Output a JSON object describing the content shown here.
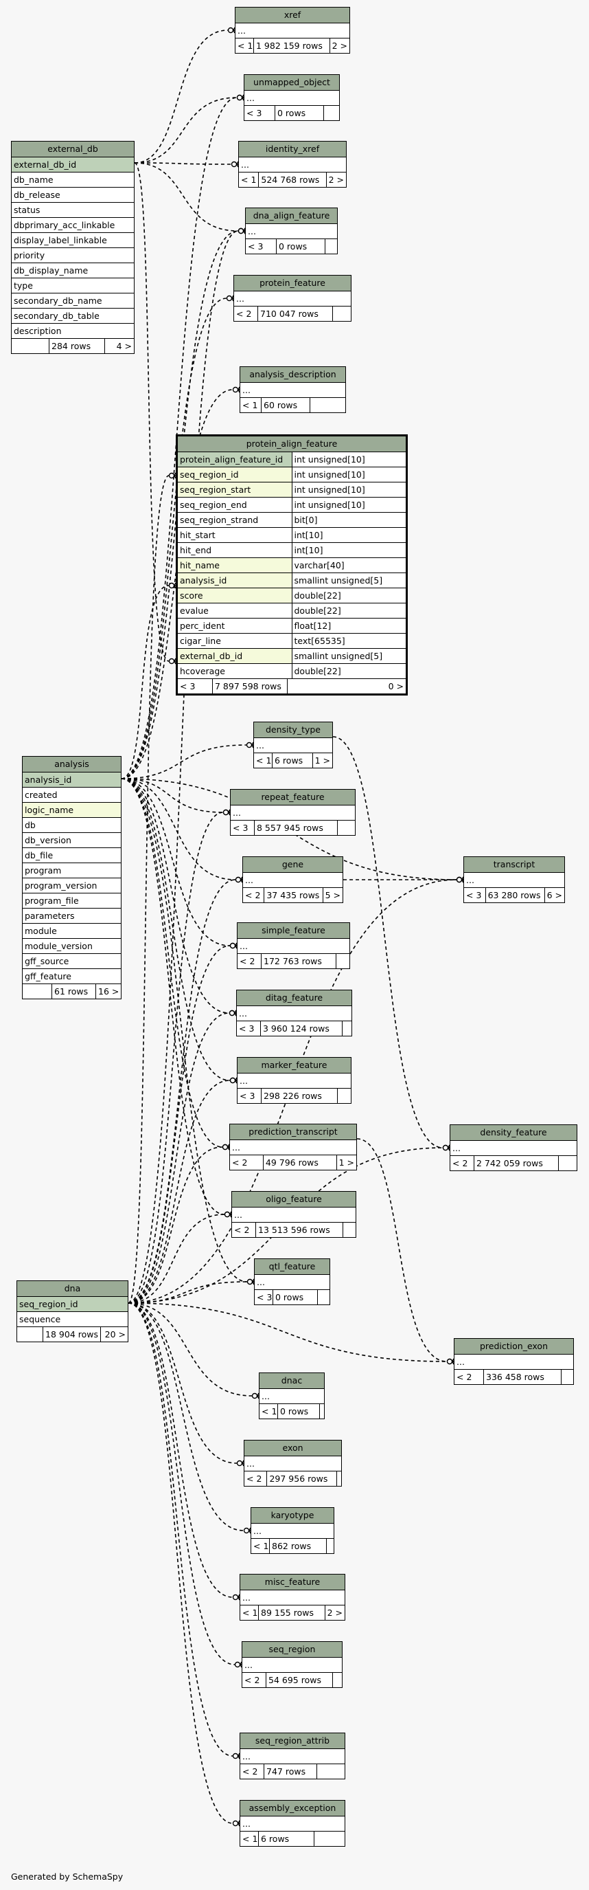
{
  "footer": "Generated by SchemaSpy",
  "tables": {
    "xref": {
      "name": "xref",
      "cells": [
        "< 1",
        "1 982 159 rows",
        "2 >"
      ]
    },
    "unmapped_object": {
      "name": "unmapped_object",
      "cells": [
        "< 3",
        "0 rows",
        ""
      ]
    },
    "identity_xref": {
      "name": "identity_xref",
      "cells": [
        "< 1",
        "524 768 rows",
        "2 >"
      ]
    },
    "dna_align_feature": {
      "name": "dna_align_feature",
      "cells": [
        "< 3",
        "0 rows",
        ""
      ]
    },
    "protein_feature": {
      "name": "protein_feature",
      "cells": [
        "< 2",
        "710 047 rows",
        ""
      ]
    },
    "analysis_description": {
      "name": "analysis_description",
      "cells": [
        "< 1",
        "60 rows",
        ""
      ]
    },
    "density_type": {
      "name": "density_type",
      "cells": [
        "< 1",
        "6 rows",
        "1 >"
      ]
    },
    "repeat_feature": {
      "name": "repeat_feature",
      "cells": [
        "< 3",
        "8 557 945 rows",
        ""
      ]
    },
    "gene": {
      "name": "gene",
      "cells": [
        "< 2",
        "37 435 rows",
        "5 >"
      ]
    },
    "transcript": {
      "name": "transcript",
      "cells": [
        "< 3",
        "63 280 rows",
        "6 >"
      ]
    },
    "simple_feature": {
      "name": "simple_feature",
      "cells": [
        "< 2",
        "172 763 rows",
        ""
      ]
    },
    "ditag_feature": {
      "name": "ditag_feature",
      "cells": [
        "< 3",
        "3 960 124 rows",
        ""
      ]
    },
    "marker_feature": {
      "name": "marker_feature",
      "cells": [
        "< 3",
        "298 226 rows",
        ""
      ]
    },
    "prediction_transcript": {
      "name": "prediction_transcript",
      "cells": [
        "< 2",
        "49 796 rows",
        "1 >"
      ]
    },
    "density_feature": {
      "name": "density_feature",
      "cells": [
        "< 2",
        "2 742 059 rows",
        ""
      ]
    },
    "oligo_feature": {
      "name": "oligo_feature",
      "cells": [
        "< 2",
        "13 513 596 rows",
        ""
      ]
    },
    "qtl_feature": {
      "name": "qtl_feature",
      "cells": [
        "< 3",
        "0 rows",
        ""
      ]
    },
    "prediction_exon": {
      "name": "prediction_exon",
      "cells": [
        "< 2",
        "336 458 rows",
        ""
      ]
    },
    "dnac": {
      "name": "dnac",
      "cells": [
        "< 1",
        "0 rows",
        ""
      ]
    },
    "exon": {
      "name": "exon",
      "cells": [
        "< 2",
        "297 956 rows",
        ""
      ]
    },
    "karyotype": {
      "name": "karyotype",
      "cells": [
        "< 1",
        "862 rows",
        ""
      ]
    },
    "misc_feature": {
      "name": "misc_feature",
      "cells": [
        "< 1",
        "89 155 rows",
        "2 >"
      ]
    },
    "seq_region": {
      "name": "seq_region",
      "cells": [
        "< 2",
        "54 695 rows",
        ""
      ]
    },
    "seq_region_attrib": {
      "name": "seq_region_attrib",
      "cells": [
        "< 2",
        "747 rows",
        ""
      ]
    },
    "assembly_exception": {
      "name": "assembly_exception",
      "cells": [
        "< 1",
        "6 rows",
        ""
      ]
    },
    "ellipsis": "...",
    "external_db": {
      "name": "external_db",
      "columns": [
        "external_db_id",
        "db_name",
        "db_release",
        "status",
        "dbprimary_acc_linkable",
        "display_label_linkable",
        "priority",
        "db_display_name",
        "type",
        "secondary_db_name",
        "secondary_db_table",
        "description"
      ],
      "cells": [
        "",
        "284 rows",
        "4 >"
      ]
    },
    "analysis": {
      "name": "analysis",
      "columns": [
        "analysis_id",
        "created",
        "logic_name",
        "db",
        "db_version",
        "db_file",
        "program",
        "program_version",
        "program_file",
        "parameters",
        "module",
        "module_version",
        "gff_source",
        "gff_feature"
      ],
      "cells": [
        "",
        "61 rows",
        "16 >"
      ]
    },
    "dna": {
      "name": "dna",
      "columns": [
        "seq_region_id",
        "sequence"
      ],
      "cells": [
        "",
        "18 904 rows",
        "20 >"
      ]
    },
    "protein_align_feature": {
      "name": "protein_align_feature",
      "columns": [
        {
          "name": "protein_align_feature_id",
          "type": "int unsigned[10]"
        },
        {
          "name": "seq_region_id",
          "type": "int unsigned[10]"
        },
        {
          "name": "seq_region_start",
          "type": "int unsigned[10]"
        },
        {
          "name": "seq_region_end",
          "type": "int unsigned[10]"
        },
        {
          "name": "seq_region_strand",
          "type": "bit[0]"
        },
        {
          "name": "hit_start",
          "type": "int[10]"
        },
        {
          "name": "hit_end",
          "type": "int[10]"
        },
        {
          "name": "hit_name",
          "type": "varchar[40]"
        },
        {
          "name": "analysis_id",
          "type": "smallint unsigned[5]"
        },
        {
          "name": "score",
          "type": "double[22]"
        },
        {
          "name": "evalue",
          "type": "double[22]"
        },
        {
          "name": "perc_ident",
          "type": "float[12]"
        },
        {
          "name": "cigar_line",
          "type": "text[65535]"
        },
        {
          "name": "external_db_id",
          "type": "smallint unsigned[5]"
        },
        {
          "name": "hcoverage",
          "type": "double[22]"
        }
      ],
      "cells": [
        "< 3",
        "7 897 598 rows",
        "0 >"
      ]
    }
  }
}
